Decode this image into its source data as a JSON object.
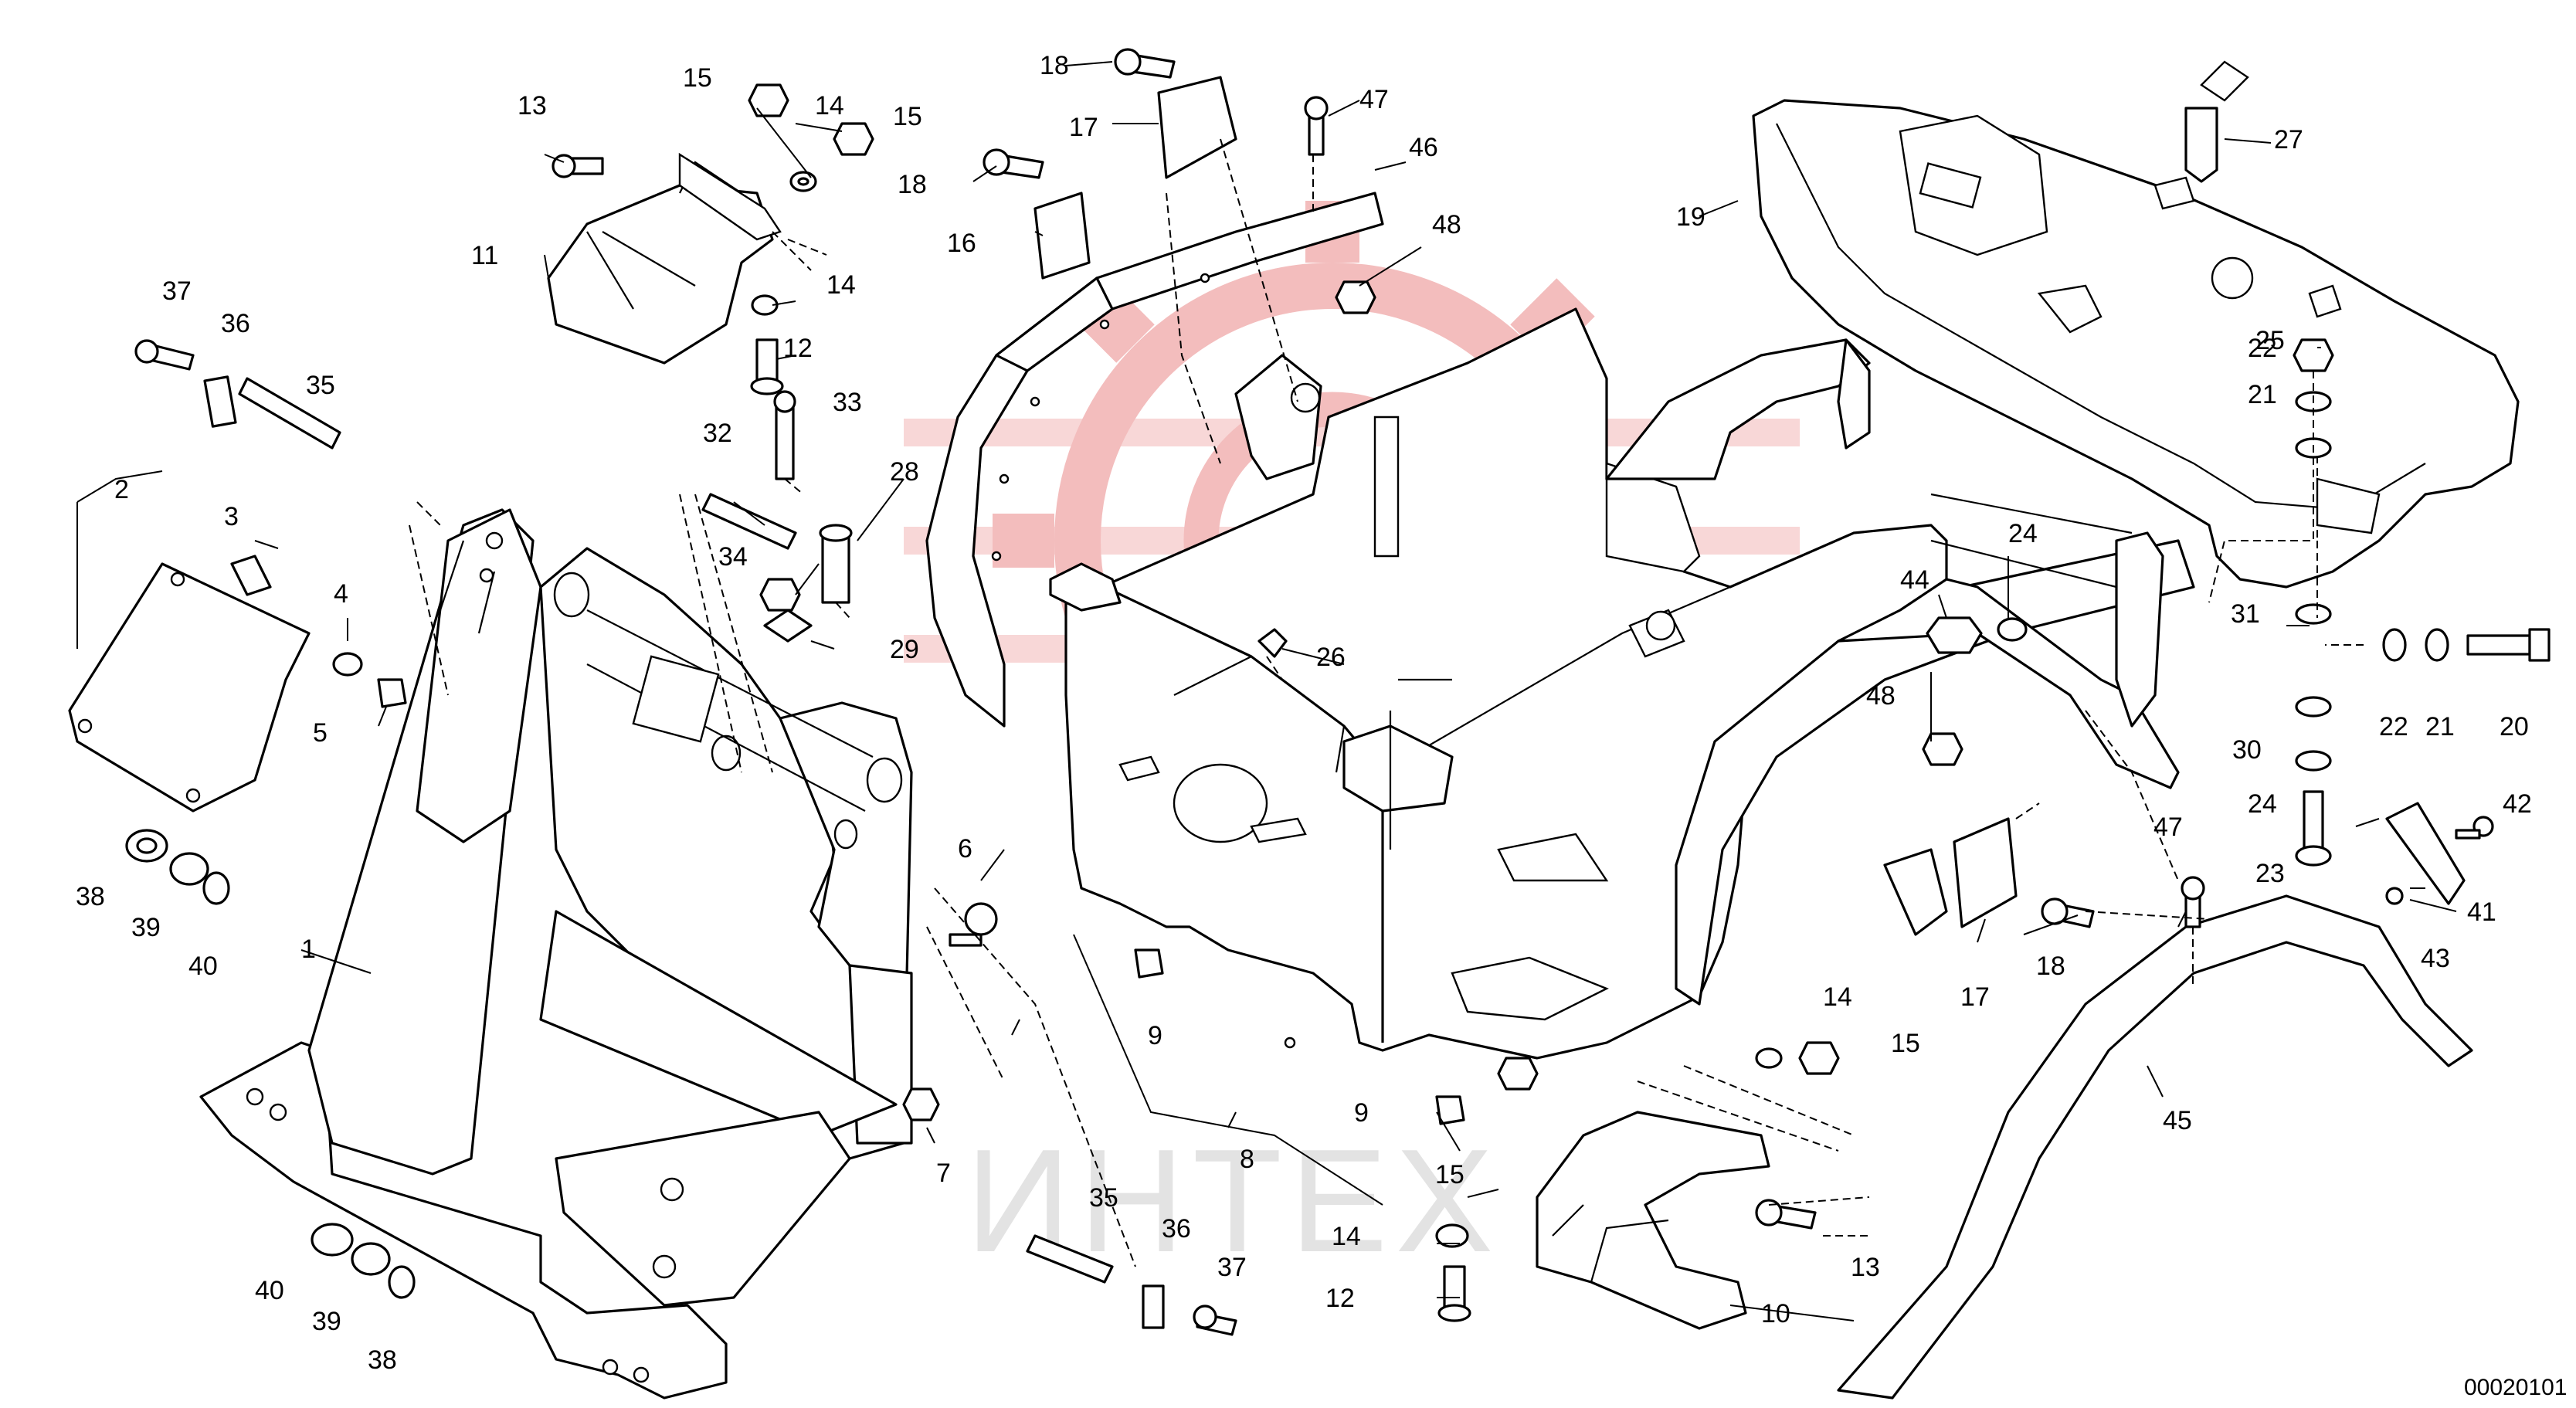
{
  "drawing_code": "00020101",
  "watermark_text": "ИНТЕХ",
  "labels": [
    {
      "id": "1",
      "text": "1"
    },
    {
      "id": "2",
      "text": "2"
    },
    {
      "id": "3",
      "text": "3"
    },
    {
      "id": "4",
      "text": "4"
    },
    {
      "id": "5",
      "text": "5"
    },
    {
      "id": "6",
      "text": "6"
    },
    {
      "id": "7",
      "text": "7"
    },
    {
      "id": "8",
      "text": "8"
    },
    {
      "id": "9a",
      "text": "9"
    },
    {
      "id": "9b",
      "text": "9"
    },
    {
      "id": "10",
      "text": "10"
    },
    {
      "id": "11",
      "text": "11"
    },
    {
      "id": "12a",
      "text": "12"
    },
    {
      "id": "12b",
      "text": "12"
    },
    {
      "id": "13a",
      "text": "13"
    },
    {
      "id": "13b",
      "text": "13"
    },
    {
      "id": "14a",
      "text": "14"
    },
    {
      "id": "14b",
      "text": "14"
    },
    {
      "id": "14c",
      "text": "14"
    },
    {
      "id": "14d",
      "text": "14"
    },
    {
      "id": "15a",
      "text": "15"
    },
    {
      "id": "15b",
      "text": "15"
    },
    {
      "id": "15c",
      "text": "15"
    },
    {
      "id": "15d",
      "text": "15"
    },
    {
      "id": "16",
      "text": "16"
    },
    {
      "id": "17a",
      "text": "17"
    },
    {
      "id": "17b",
      "text": "17"
    },
    {
      "id": "18a",
      "text": "18"
    },
    {
      "id": "18b",
      "text": "18"
    },
    {
      "id": "18c",
      "text": "18"
    },
    {
      "id": "19",
      "text": "19"
    },
    {
      "id": "20",
      "text": "20"
    },
    {
      "id": "21a",
      "text": "21"
    },
    {
      "id": "21b",
      "text": "21"
    },
    {
      "id": "22a",
      "text": "22"
    },
    {
      "id": "22b",
      "text": "22"
    },
    {
      "id": "23",
      "text": "23"
    },
    {
      "id": "24a",
      "text": "24"
    },
    {
      "id": "24b",
      "text": "24"
    },
    {
      "id": "25",
      "text": "25"
    },
    {
      "id": "26",
      "text": "26"
    },
    {
      "id": "27",
      "text": "27"
    },
    {
      "id": "28",
      "text": "28"
    },
    {
      "id": "29",
      "text": "29"
    },
    {
      "id": "30",
      "text": "30"
    },
    {
      "id": "31",
      "text": "31"
    },
    {
      "id": "32",
      "text": "32"
    },
    {
      "id": "33",
      "text": "33"
    },
    {
      "id": "34",
      "text": "34"
    },
    {
      "id": "35a",
      "text": "35"
    },
    {
      "id": "35b",
      "text": "35"
    },
    {
      "id": "36a",
      "text": "36"
    },
    {
      "id": "36b",
      "text": "36"
    },
    {
      "id": "37a",
      "text": "37"
    },
    {
      "id": "37b",
      "text": "37"
    },
    {
      "id": "38a",
      "text": "38"
    },
    {
      "id": "38b",
      "text": "38"
    },
    {
      "id": "39a",
      "text": "39"
    },
    {
      "id": "39b",
      "text": "39"
    },
    {
      "id": "40a",
      "text": "40"
    },
    {
      "id": "40b",
      "text": "40"
    },
    {
      "id": "41",
      "text": "41"
    },
    {
      "id": "42",
      "text": "42"
    },
    {
      "id": "43",
      "text": "43"
    },
    {
      "id": "44",
      "text": "44"
    },
    {
      "id": "45",
      "text": "45"
    },
    {
      "id": "46",
      "text": "46"
    },
    {
      "id": "47a",
      "text": "47"
    },
    {
      "id": "47b",
      "text": "47"
    },
    {
      "id": "48a",
      "text": "48"
    },
    {
      "id": "48b",
      "text": "48"
    }
  ]
}
